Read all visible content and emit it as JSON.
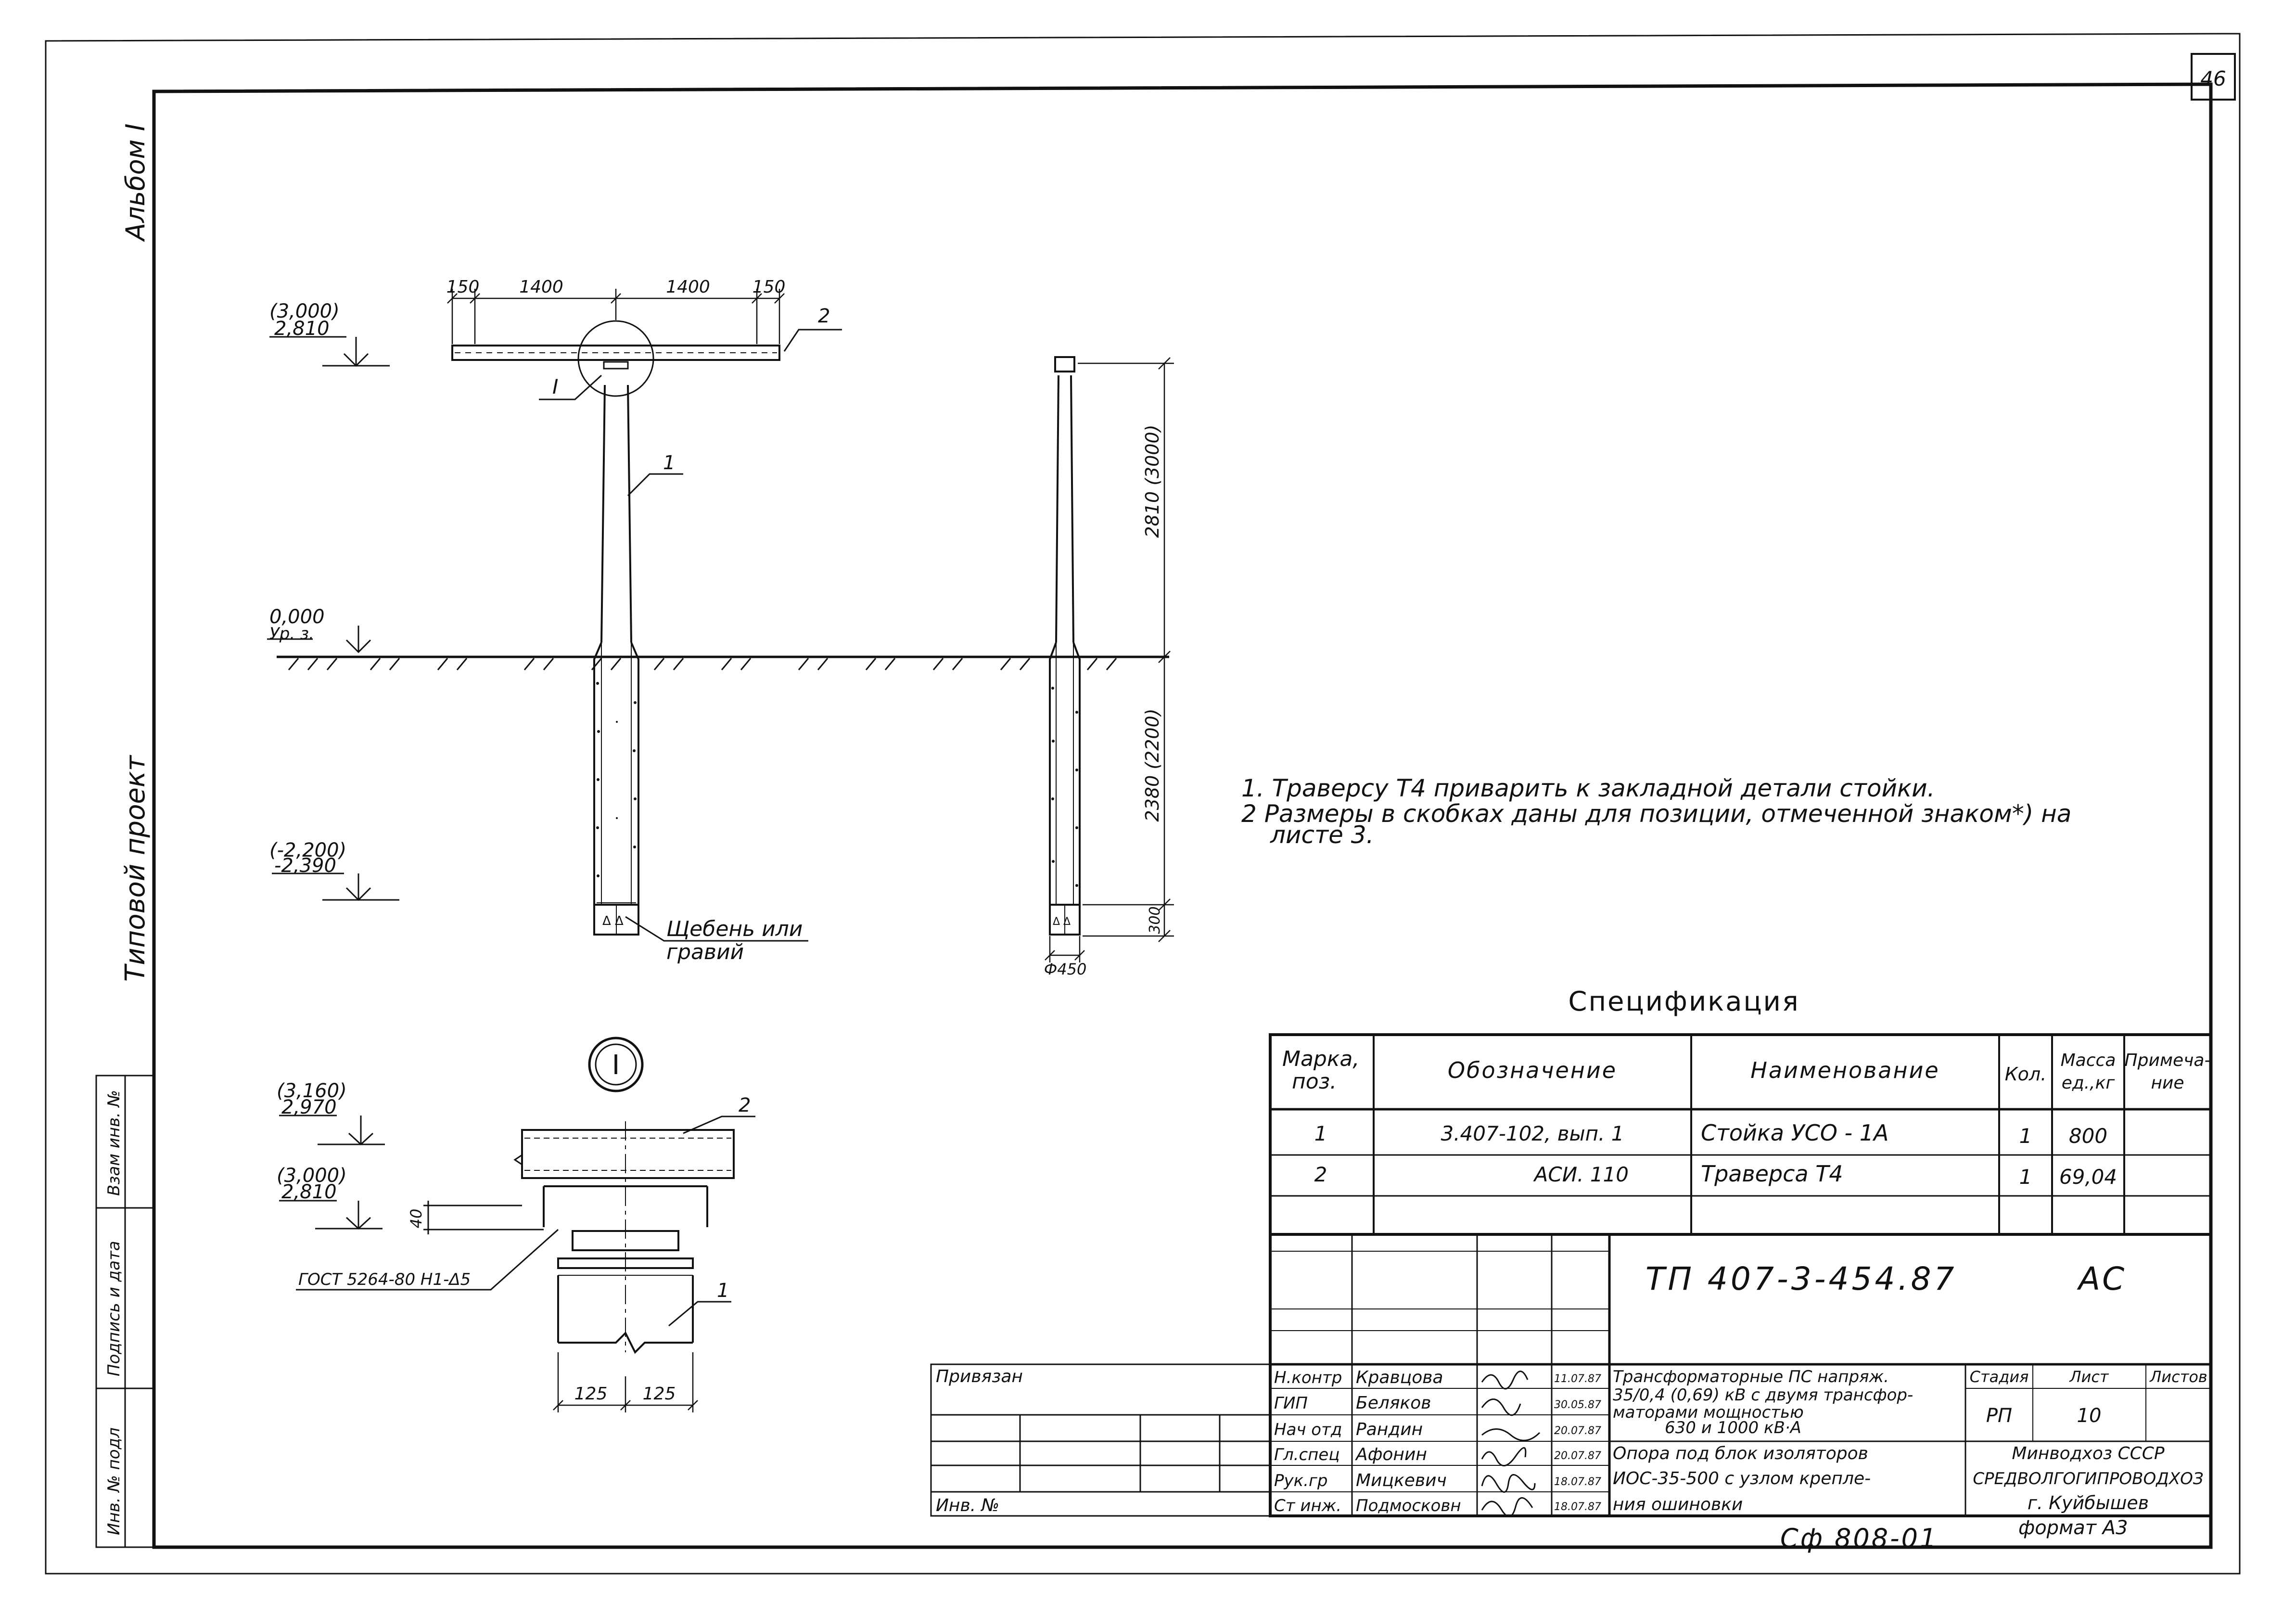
{
  "sheet": {
    "number": "46",
    "album": "Альбом I",
    "project_type": "Типовой проект",
    "side_labels": [
      "Инв. № подл",
      "Подпись и дата",
      "Взам инв. №"
    ],
    "copy_code": "Сф 808-01",
    "format": "формат А3"
  },
  "drawing": {
    "dims_top": [
      "150",
      "1400",
      "1400",
      "150"
    ],
    "pos_1": "1",
    "pos_2": "2",
    "callout": "I",
    "elev_top_paren": "(3,000)",
    "elev_top": "2,810",
    "elev_zero": "0,000",
    "elev_zero_sub": "Ур. з.",
    "elev_bottom_paren": "(-2,200)",
    "elev_bottom": "-2,390",
    "gravel_line1": "Щебень или",
    "gravel_line2": "гравий",
    "dim_upper": "2810 (3000)",
    "dim_lower": "2380 (2200)",
    "dim_base": "300",
    "dim_dia": "Ф450"
  },
  "detail": {
    "label": "I",
    "elev_a_paren": "(3,160)",
    "elev_a": "2,970",
    "elev_b_paren": "(3,000)",
    "elev_b": "2,810",
    "dim_40": "40",
    "weld": "ГОСТ 5264-80 Н1-Δ5",
    "pos_1": "1",
    "pos_2": "2",
    "dim_left": "125",
    "dim_right": "125"
  },
  "notes": [
    "1. Траверсу Т4 приварить к закладной детали стойки.",
    "2 Размеры в скобках даны для позиции, отмеченной знаком*) на",
    "листе 3."
  ],
  "spec": {
    "title": "Спецификация",
    "headers": [
      "Марка, поз.",
      "Обозначение",
      "Наименование",
      "Кол.",
      "Масса ед.,кг",
      "Примеча-ние"
    ],
    "rows": [
      [
        "1",
        "3.407-102, вып. 1",
        "Стойка УСО - 1А",
        "1",
        "800",
        ""
      ],
      [
        "2",
        "АСИ. 110",
        "Траверса Т4",
        "1",
        "69,04",
        ""
      ]
    ]
  },
  "title_block": {
    "doc_code": "ТП 407-3-454.87",
    "mark": "АС",
    "privyazan": "Привязан",
    "inv": "Инв. №",
    "roles": [
      "Н.контр",
      "ГИП",
      "Нач отд",
      "Гл.спец",
      "Рук.гр",
      "Ст инж."
    ],
    "names": [
      "Кравцова",
      "Беляков",
      "Рандин",
      "Афонин",
      "Мицкевич",
      "Подмосковн"
    ],
    "dates": [
      "11.07.87",
      "30.05.87",
      "20.07.87",
      "20.07.87",
      "18.07.87",
      "18.07.87"
    ],
    "project_title": [
      "Трансформаторные ПС напряж.",
      "35/0,4 (0,69) кВ с двумя трансфор-",
      "маторами мощностью",
      "630 и 1000 кВ·А"
    ],
    "sheet_title": [
      "Опора под блок изоляторов",
      "ИОС-35-500 с узлом крепле-",
      "ния ошиновки"
    ],
    "stage_label": "Стадия",
    "sheet_label": "Лист",
    "sheets_label": "Листов",
    "stage": "РП",
    "sheet_no": "10",
    "org": [
      "Минводхоз СССР",
      "СРЕДВОЛГОГИПРОВОДХОЗ",
      "г. Куйбышев"
    ]
  }
}
